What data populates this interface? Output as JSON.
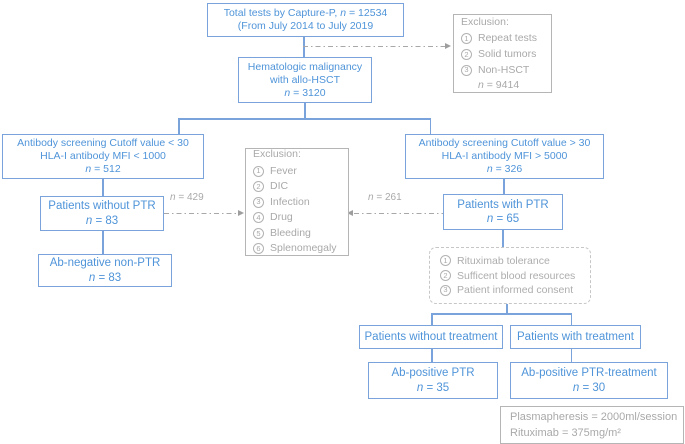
{
  "figure": {
    "colors": {
      "blue_text": "#4f94d9",
      "blue_border": "#7aa3dc",
      "gray_text": "#a9a9a9",
      "gray_border": "#b5b5b5"
    },
    "boxes": {
      "total": {
        "prefix": "Total tests by Capture-P, ",
        "n_italic": "n",
        "n_rest": " = 12534",
        "line2": "(From July 2014 to July 2019"
      },
      "excl_top": {
        "title": "Exclusion:",
        "items": [
          {
            "num": "1",
            "label": "Repeat tests"
          },
          {
            "num": "2",
            "label": "Solid tumors"
          },
          {
            "num": "3",
            "label": "Non-HSCT"
          }
        ],
        "n_italic": "n",
        "n_rest": " = 9414"
      },
      "hem": {
        "lines": [
          "Hematologic malignancy",
          "with allo-HSCT"
        ],
        "n_italic": "n",
        "n_rest": " = 3120"
      },
      "left_screen": {
        "lines": [
          "Antibody screening Cutoff value < 30",
          "HLA-I antibody MFI < 1000"
        ],
        "n_italic": "n",
        "n_rest": " = 512"
      },
      "right_screen": {
        "lines": [
          "Antibody screening Cutoff value > 30",
          "HLA-I antibody MFI > 5000"
        ],
        "n_italic": "n",
        "n_rest": " = 326"
      },
      "excl_mid": {
        "title": "Exclusion:",
        "items": [
          {
            "num": "1",
            "label": "Fever"
          },
          {
            "num": "2",
            "label": "DIC"
          },
          {
            "num": "3",
            "label": "Infection"
          },
          {
            "num": "4",
            "label": "Drug"
          },
          {
            "num": "5",
            "label": "Bleeding"
          },
          {
            "num": "6",
            "label": "Splenomegaly"
          }
        ]
      },
      "no_ptr": {
        "line": "Patients without PTR",
        "n_italic": "n",
        "n_rest": " = 83"
      },
      "ab_neg": {
        "line": "Ab-negative non-PTR",
        "n_italic": "n",
        "n_rest": " = 83"
      },
      "with_ptr": {
        "line": "Patients with PTR",
        "n_italic": "n",
        "n_rest": " = 65"
      },
      "consent": {
        "items": [
          {
            "num": "1",
            "label": "Rituximab tolerance"
          },
          {
            "num": "2",
            "label": "Sufficent blood resources"
          },
          {
            "num": "3",
            "label": "Patient informed consent"
          }
        ]
      },
      "no_treat": {
        "line": "Patients without treatment"
      },
      "with_treat": {
        "line": "Patients with treatment"
      },
      "ab_pos": {
        "line": "Ab-positive PTR",
        "n_italic": "n",
        "n_rest": " = 35"
      },
      "ab_pos_treat": {
        "line": "Ab-positive PTR-treatment",
        "n_italic": "n",
        "n_rest": " = 30"
      },
      "note": {
        "lines": [
          "Plasmapheresis = 2000ml/session",
          "Rituximab = 375mg/m²"
        ]
      }
    },
    "edge_labels": {
      "n429": {
        "n_italic": "n",
        "n_rest": " = 429"
      },
      "n261": {
        "n_italic": "n",
        "n_rest": " = 261"
      }
    }
  }
}
